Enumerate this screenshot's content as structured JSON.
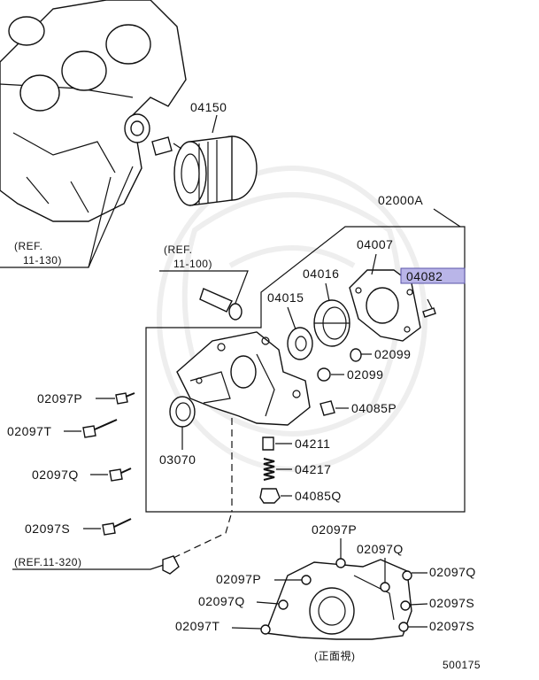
{
  "labels": {
    "oil_filter": "04150",
    "oil_pump_assy": "02000A",
    "pump_cover": "04007",
    "outer_rotor": "04016",
    "inner_rotor": "04015",
    "screw": "04082",
    "oring_a": "02099",
    "oring_b": "02099",
    "plug_p": "04085P",
    "plug_q": "04085Q",
    "relief_plunger": "04211",
    "relief_spring": "04217",
    "oil_seal": "03070",
    "bolt_p": "02097P",
    "bolt_t": "02097T",
    "bolt_q": "02097Q",
    "bolt_s": "02097S",
    "ref_130": "(REF.\n11-130)",
    "ref_130_a": "(REF.",
    "ref_130_b": "11-130)",
    "ref_100_a": "(REF.",
    "ref_100_b": "11-100)",
    "ref_320": "(REF.11-320)",
    "bottom_p_top": "02097P",
    "bottom_q_top": "02097Q",
    "bottom_q_right": "02097Q",
    "bottom_p_left": "02097P",
    "bottom_q_left": "02097Q",
    "bottom_s_right1": "02097S",
    "bottom_t_left": "02097T",
    "bottom_s_right2": "02097S",
    "front_view_caption": "(正面視)",
    "diagram_number": "500175"
  },
  "highlighted_part": "04082",
  "colors": {
    "highlight_fill": "#b9b5e8",
    "highlight_border": "#5a55a8",
    "line": "#111111"
  }
}
